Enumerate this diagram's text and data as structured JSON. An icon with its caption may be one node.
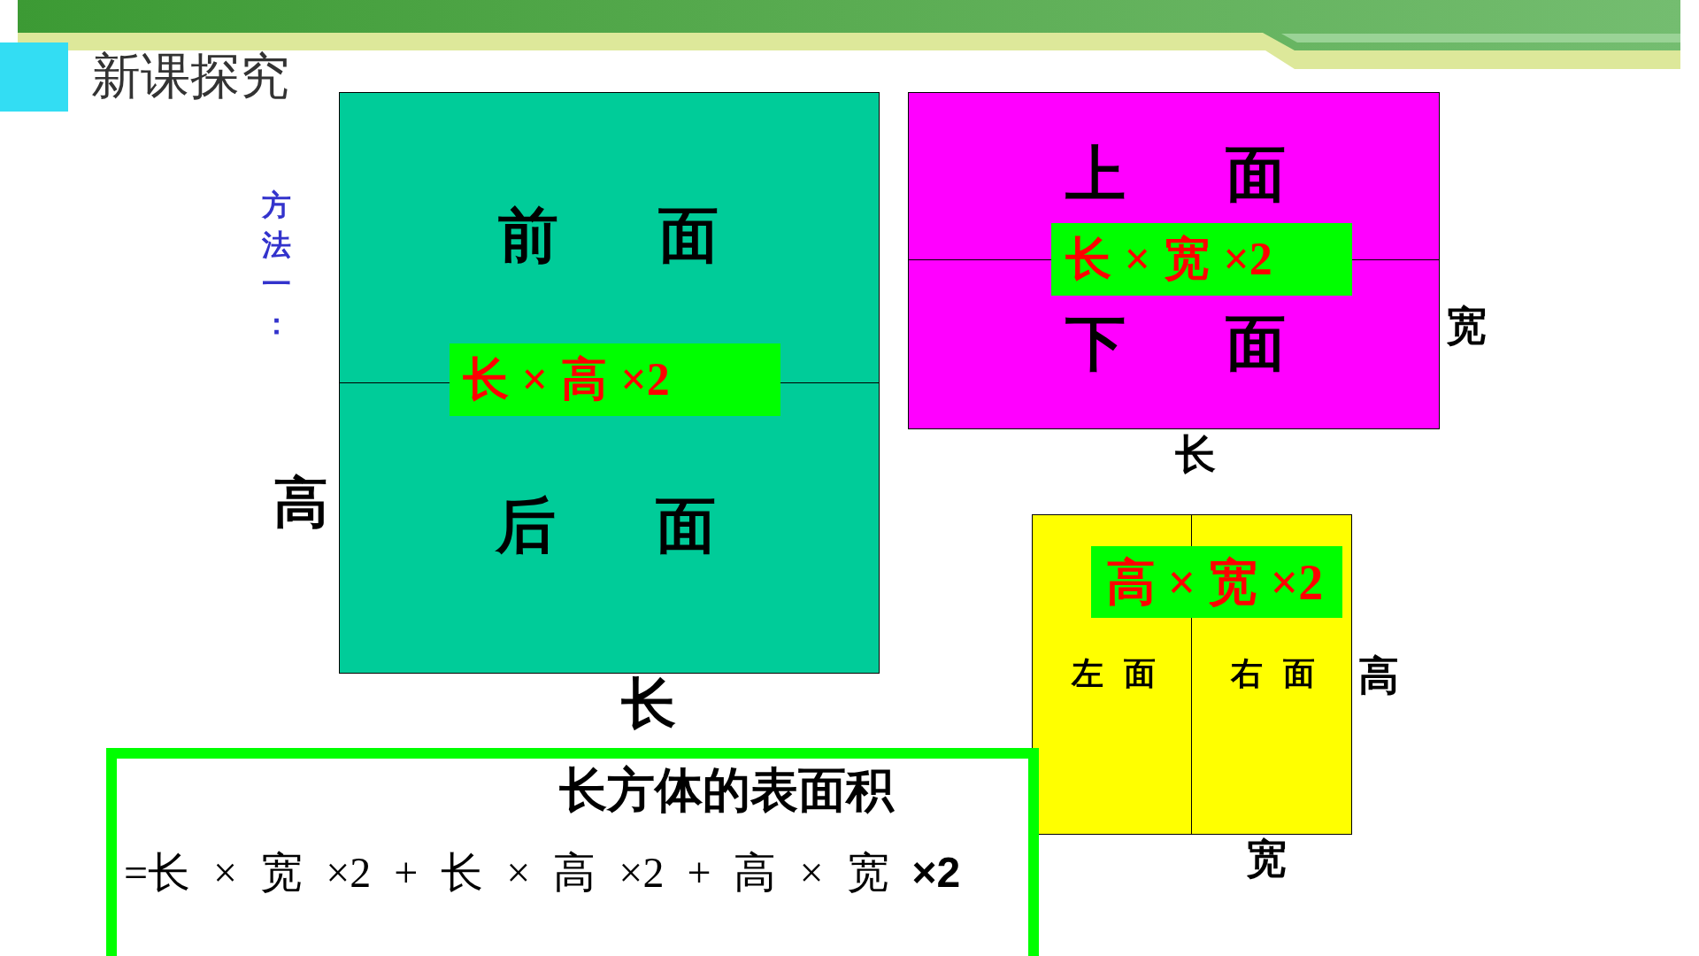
{
  "diagram": {
    "title": "新课探究",
    "nodes": [
      {
        "text": [
          "前 面",
          "后 面"
        ]
      },
      {
        "text": [
          "长 × 高 ×2"
        ],
        "in": 0
      },
      {
        "text": [
          "上 面",
          "下 面"
        ]
      },
      {
        "text": [
          "长 × 宽 ×2"
        ],
        "in": 2
      },
      {
        "text": [
          "左 面",
          "右 面"
        ]
      },
      {
        "text": [
          "高 × 宽 ×2"
        ],
        "in": 4
      },
      {
        "text": [
          "长方体的表面积",
          "=长 × 宽 ×2 + 长 × 高 ×2 + 高 × 宽 **×2**"
        ]
      }
    ],
    "labels": [
      "方法一：",
      "宽",
      "长",
      "高",
      "高",
      "长",
      "宽"
    ]
  }
}
